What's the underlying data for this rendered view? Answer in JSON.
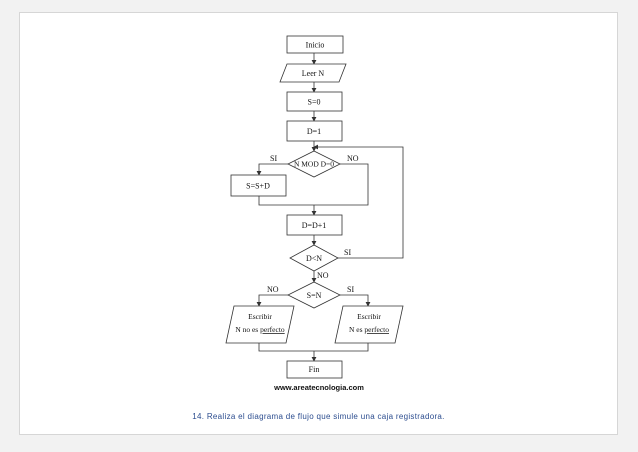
{
  "flowchart": {
    "start": "Inicio",
    "input": "Leer N",
    "init_s": "S=0",
    "init_d": "D=1",
    "cond1": "N MOD D=0",
    "cond1_yes": "SI",
    "cond1_no": "NO",
    "sum": "S=S+D",
    "increment": "D=D+1",
    "cond2": "D<N",
    "cond2_yes": "SI",
    "cond2_no": "NO",
    "cond3": "S=N",
    "cond3_no": "NO",
    "cond3_yes": "SI",
    "output_no_title": "Escribir",
    "output_no_prefix": "N no es ",
    "output_no_word": "perfecto",
    "output_yes_title": "Escribir",
    "output_yes_prefix": "N es ",
    "output_yes_word": "perfecto",
    "end": "Fin",
    "watermark": "www.areatecnologia.com"
  },
  "caption": "14. Realiza el diagrama de flujo que simule una caja registradora."
}
